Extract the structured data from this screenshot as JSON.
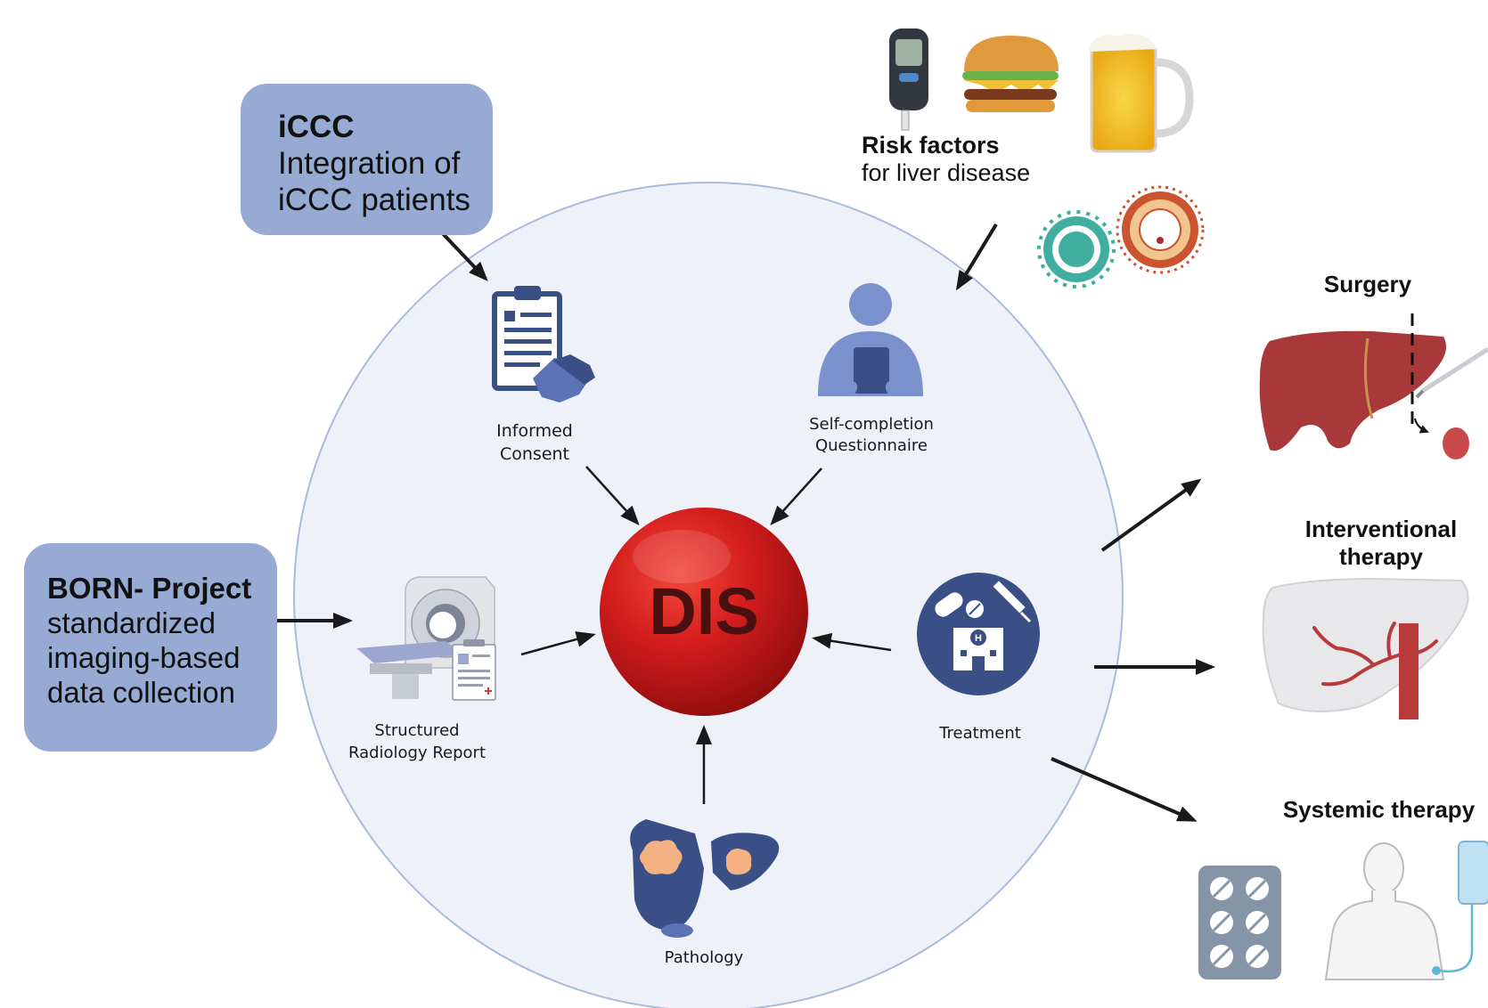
{
  "boxes": {
    "iccc": {
      "title": "iCCC",
      "line1": "Integration of",
      "line2": "iCCC patients"
    },
    "born": {
      "title": "BORN- Project",
      "line1": "standardized",
      "line2": "imaging-based",
      "line3": "data collection"
    }
  },
  "center": {
    "label": "DIS"
  },
  "risk": {
    "title": "Risk factors",
    "subtitle": "for liver disease"
  },
  "nodes": {
    "consent": {
      "line1": "Informed",
      "line2": "Consent"
    },
    "questionnaire": {
      "line1": "Self-completion",
      "line2": "Questionnaire"
    },
    "radiology": {
      "line1": "Structured",
      "line2": "Radiology Report"
    },
    "treatment": {
      "line1": "Treatment"
    },
    "pathology": {
      "line1": "Pathology"
    }
  },
  "therapies": {
    "surgery": {
      "title": "Surgery"
    },
    "interventional": {
      "line1": "Interventional",
      "line2": "therapy"
    },
    "systemic": {
      "title": "Systemic therapy"
    }
  },
  "colors": {
    "box_fill": "#96aad4",
    "circle_fill": "#eef1f8",
    "circle_stroke": "#a9bbdc",
    "icon_navy": "#3a4f86",
    "icon_blue": "#7a91cc",
    "dis_red": "#d01a1a",
    "liver_red": "#a8383a"
  }
}
